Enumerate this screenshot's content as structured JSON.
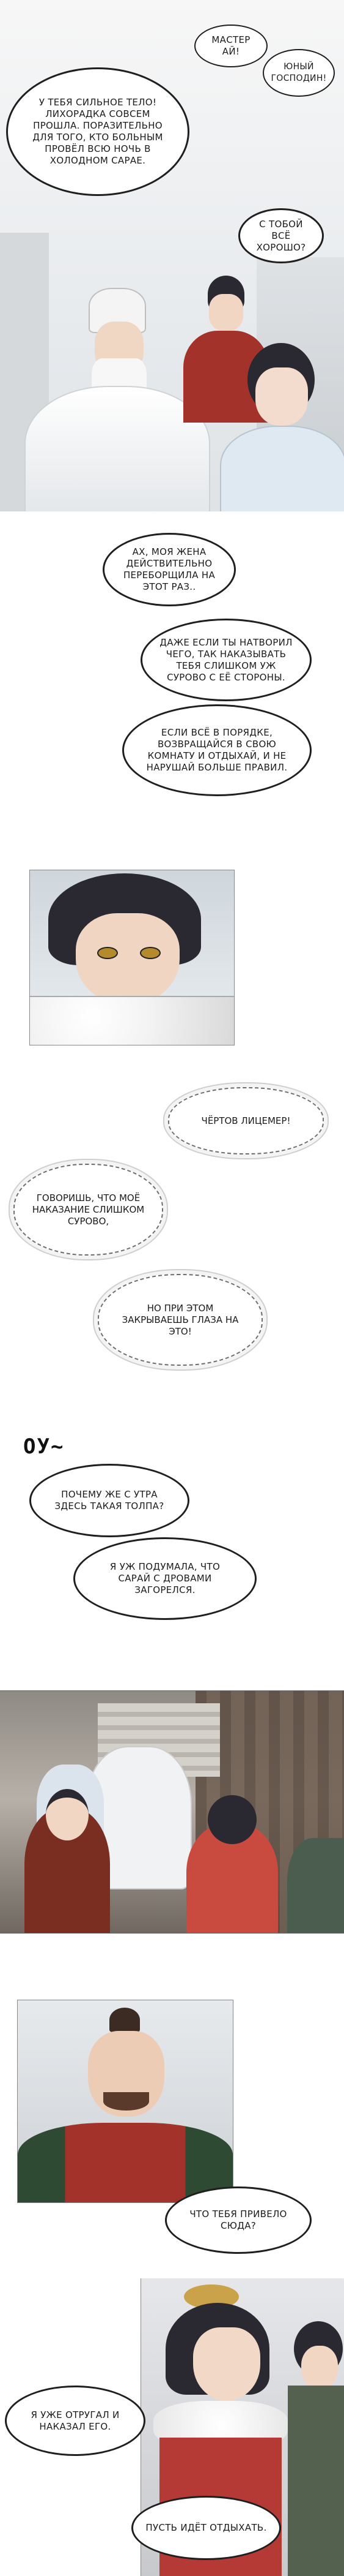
{
  "dialogue": {
    "p1_master_ai": "МАСТЕР АЙ!",
    "p1_young_lord": "ЮНЫЙ ГОСПОДИН!",
    "p1_strong_body": "У ТЕБЯ СИЛЬНОЕ ТЕЛО! ЛИХОРАДКА СОВСЕМ ПРОШЛА. ПОРАЗИТЕЛЬНО ДЛЯ ТОГО, КТО БОЛЬНЫМ ПРОВЁЛ ВСЮ НОЧЬ В ХОЛОДНОМ САРАЕ.",
    "p1_are_you_ok": "С ТОБОЙ ВСЁ ХОРОШО?",
    "wife_overdid": "АХ, МОЯ ЖЕНА ДЕЙСТВИТЕЛЬНО ПЕРЕБОРЩИЛА НА ЭТОТ РАЗ..",
    "even_if": "ДАЖЕ ЕСЛИ ТЫ НАТВОРИЛ ЧЕГО, ТАК НАКАЗЫВАТЬ ТЕБЯ СЛИШКОМ УЖ СУРОВО С ЕЁ СТОРОНЫ.",
    "go_rest": "ЕСЛИ ВСЁ В ПОРЯДКЕ, ВОЗВРАЩАЙСЯ В СВОЮ КОМНАТУ И ОТДЫХАЙ, И НЕ НАРУШАЙ БОЛЬШЕ ПРАВИЛ.",
    "hypocrite": "ЧЁРТОВ ЛИЦЕМЕР!",
    "too_harsh": "ГОВОРИШЬ, ЧТО МОЁ НАКАЗАНИЕ СЛИШКОМ СУРОВО,",
    "close_eyes": "НО ПРИ ЭТОМ ЗАКРЫВАЕШЬ ГЛАЗА НА ЭТО!",
    "sfx_oy": "ОУ~",
    "crowd": "ПОЧЕМУ ЖЕ С УТРА ЗДЕСЬ ТАКАЯ ТОЛПА?",
    "barn_fire": "Я УЖ ПОДУМАЛА, ЧТО САРАЙ С ДРОВАМИ ЗАГОРЕЛСЯ.",
    "what_brought": "ЧТО ТЕБЯ ПРИВЕЛО СЮДА?",
    "already_scolded": "Я УЖЕ ОТРУГАЛ И НАКАЗАЛ ЕГО.",
    "let_him_rest": "ПУСТЬ ИДЁТ ОТДЫХАТЬ."
  },
  "colors": {
    "ink": "#1f1f1f",
    "robe_white": "#eef0f2",
    "robe_red": "#a3322a",
    "robe_green": "#2f4a33",
    "hair_dark": "#2a2830",
    "skin": "#f1d6c3",
    "wall_gray": "#c9cdd1"
  }
}
